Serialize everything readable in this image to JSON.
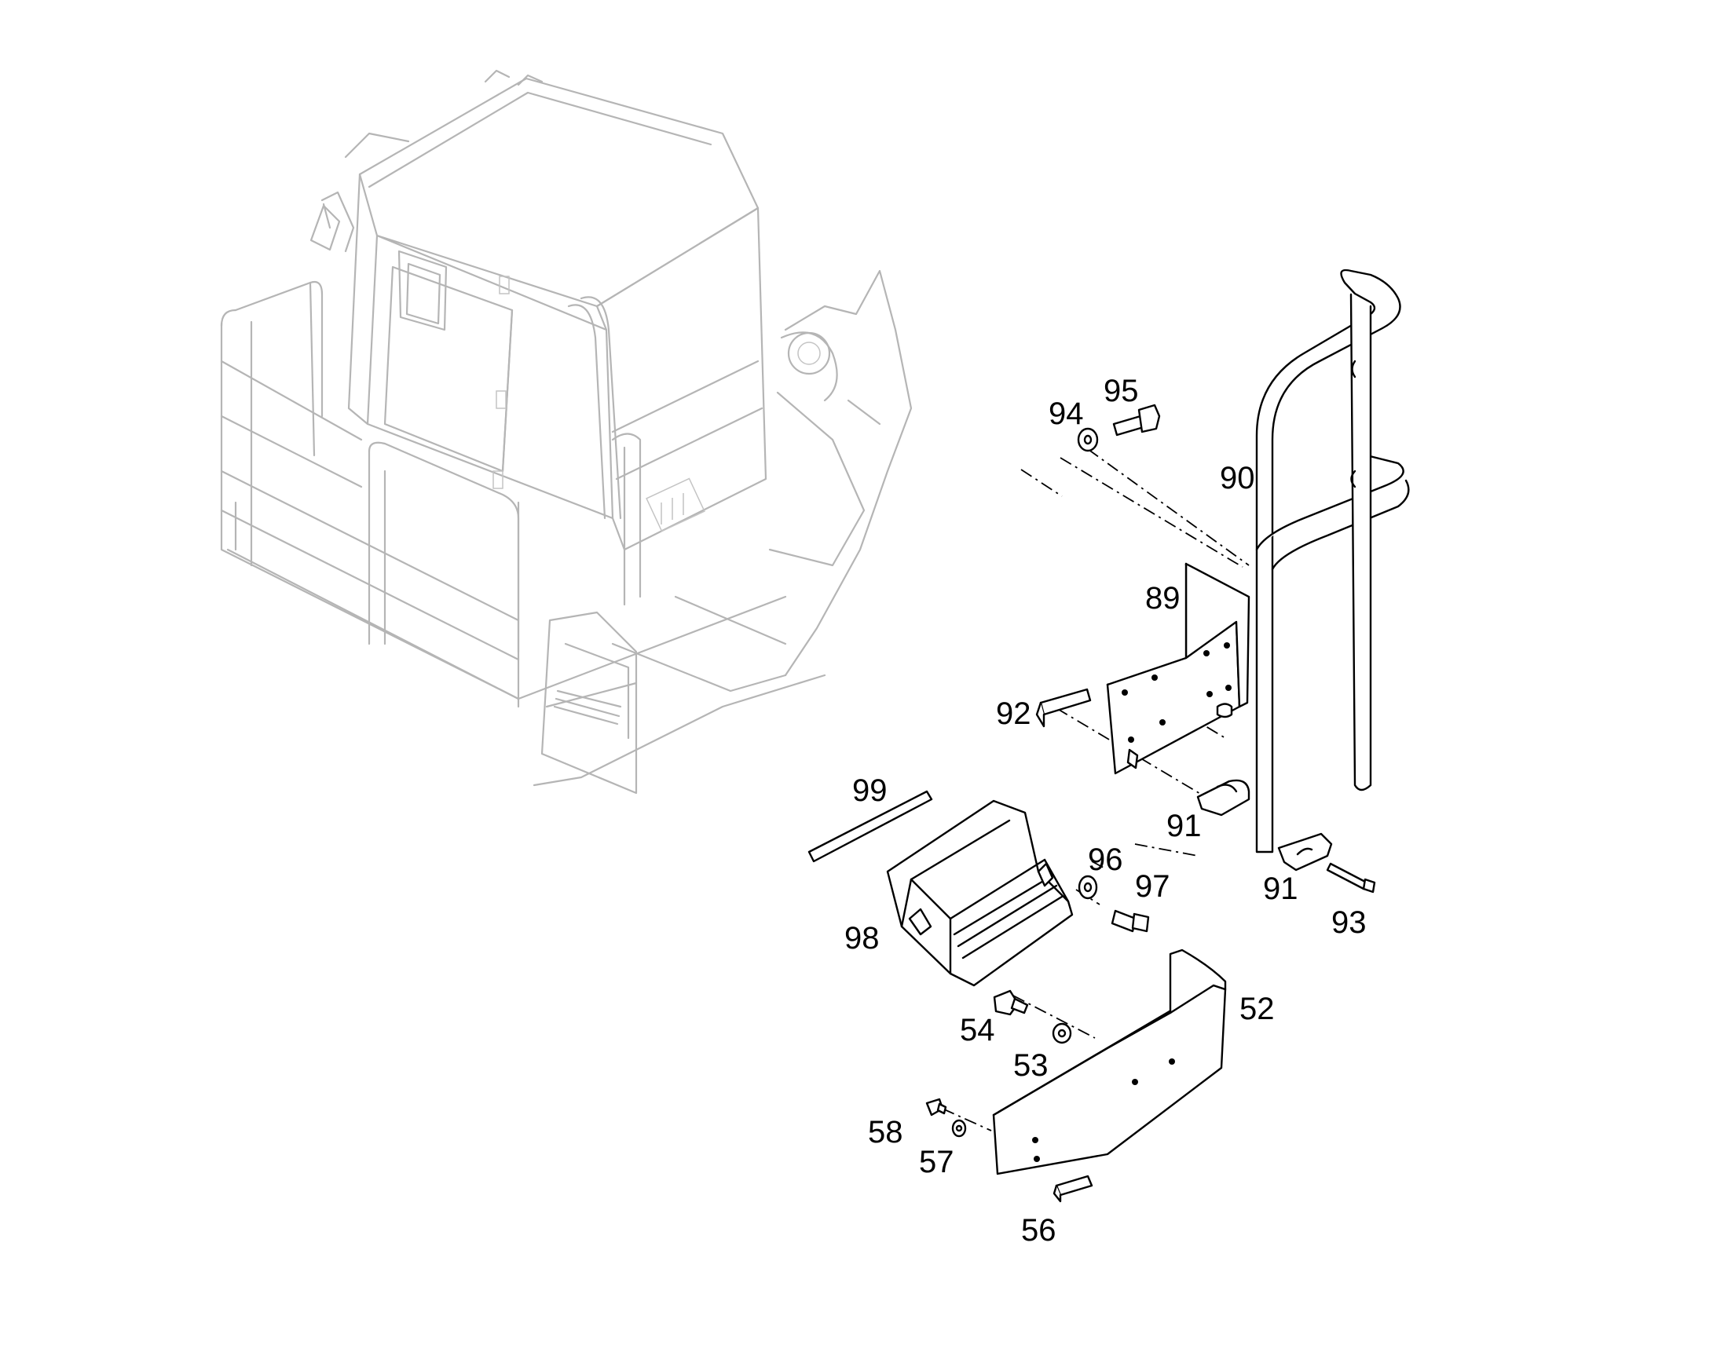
{
  "diagram": {
    "type": "exploded-parts-view",
    "callouts": {
      "c52": "52",
      "c53": "53",
      "c54": "54",
      "c56": "56",
      "c57": "57",
      "c58": "58",
      "c89": "89",
      "c90": "90",
      "c91a": "91",
      "c91b": "91",
      "c92": "92",
      "c93": "93",
      "c94": "94",
      "c95": "95",
      "c96": "96",
      "c97": "97",
      "c98": "98",
      "c99": "99"
    }
  }
}
